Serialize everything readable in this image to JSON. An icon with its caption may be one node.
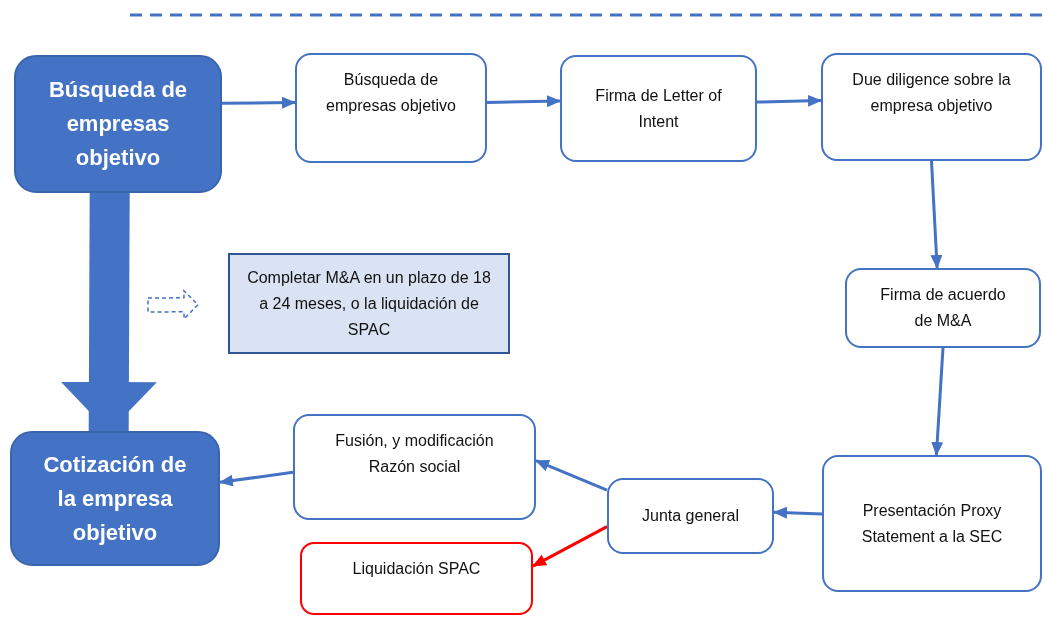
{
  "diagram": {
    "nodes": [
      {
        "text": [
          "Búsqueda de empresas objetivo"
        ]
      },
      {
        "text": [
          "Búsqueda de empresas objetivo"
        ]
      },
      {
        "text": [
          "Firma de Letter of Intent"
        ]
      },
      {
        "text": [
          "Due diligence sobre la empresa objetivo"
        ]
      },
      {
        "text": [
          "Completar M&A en un plazo de 18 a 24 meses, o la liquidación de SPAC"
        ]
      },
      {
        "text": [
          "Firma de acuerdo de M&A"
        ]
      },
      {
        "text": [
          "Presentación Proxy Statement a la SEC"
        ]
      },
      {
        "text": [
          "Junta general"
        ]
      },
      {
        "text": [
          "Fusión, y modificación Razón social"
        ]
      },
      {
        "text": [
          "Liquidación SPAC"
        ]
      },
      {
        "text": [
          "Cotización de la empresa objetivo"
        ]
      }
    ],
    "edges": [
      {
        "from": 0,
        "to": 1,
        "arrow": "to"
      },
      {
        "from": 1,
        "to": 2,
        "arrow": "to"
      },
      {
        "from": 2,
        "to": 3,
        "arrow": "to"
      },
      {
        "from": 3,
        "to": 5,
        "arrow": "to"
      },
      {
        "from": 5,
        "to": 6,
        "arrow": "to"
      },
      {
        "from": 6,
        "to": 7,
        "arrow": "to"
      },
      {
        "from": 7,
        "to": 8,
        "arrow": "to"
      },
      {
        "from": 7,
        "to": 9,
        "arrow": "to",
        "color": "#ff0000"
      },
      {
        "from": 8,
        "to": 10,
        "arrow": "to"
      },
      {
        "from": 0,
        "to": 10,
        "arrow": "to",
        "style": "thick"
      },
      {
        "from": null,
        "to": 4,
        "arrow": "to",
        "style": "dashed"
      }
    ]
  }
}
